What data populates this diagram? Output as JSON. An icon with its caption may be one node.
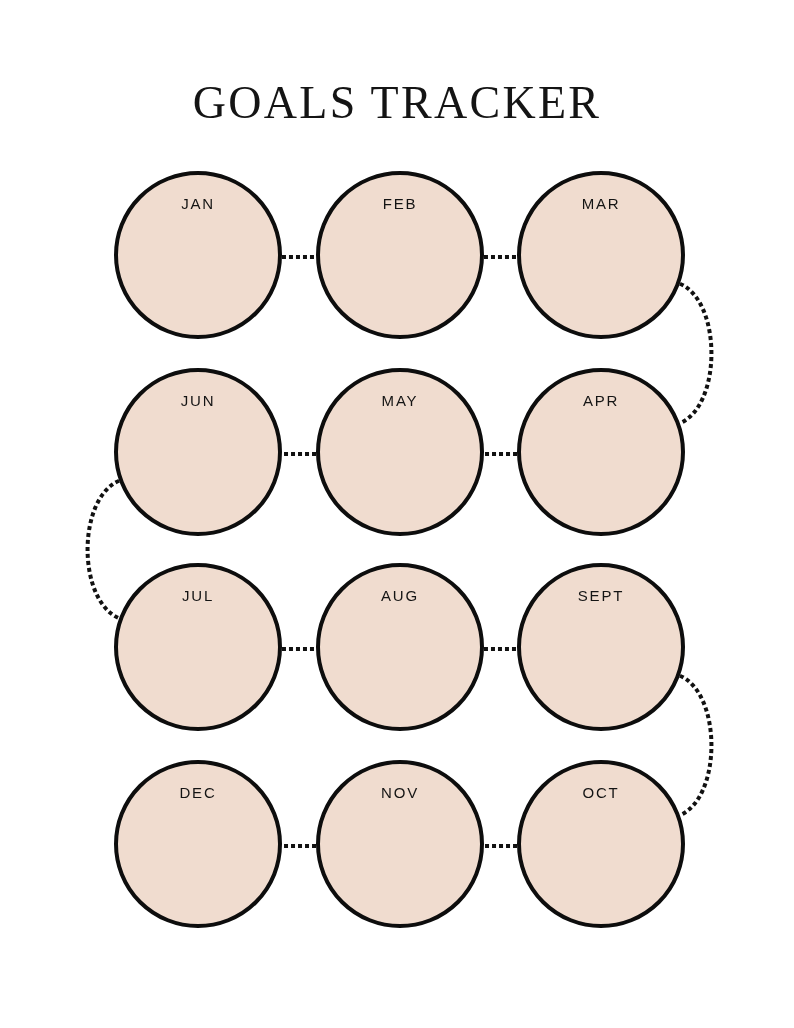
{
  "diagram": {
    "title": "GOALS TRACKER",
    "nodes": [
      {
        "text": [
          "JAN"
        ]
      },
      {
        "text": [
          "FEB"
        ]
      },
      {
        "text": [
          "MAR"
        ]
      },
      {
        "text": [
          "JUN"
        ]
      },
      {
        "text": [
          "MAY"
        ]
      },
      {
        "text": [
          "APR"
        ]
      },
      {
        "text": [
          "JUL"
        ]
      },
      {
        "text": [
          "AUG"
        ]
      },
      {
        "text": [
          "SEPT"
        ]
      },
      {
        "text": [
          "DEC"
        ]
      },
      {
        "text": [
          "NOV"
        ]
      },
      {
        "text": [
          "OCT"
        ]
      }
    ],
    "edges": [
      {
        "from": 0,
        "to": 1,
        "arrow": "none"
      },
      {
        "from": 1,
        "to": 2,
        "arrow": "none"
      },
      {
        "from": 2,
        "to": 5,
        "arrow": "none"
      },
      {
        "from": 5,
        "to": 4,
        "arrow": "none"
      },
      {
        "from": 4,
        "to": 3,
        "arrow": "none"
      },
      {
        "from": 3,
        "to": 6,
        "arrow": "none"
      },
      {
        "from": 6,
        "to": 7,
        "arrow": "none"
      },
      {
        "from": 7,
        "to": 8,
        "arrow": "none"
      },
      {
        "from": 8,
        "to": 11,
        "arrow": "none"
      },
      {
        "from": 11,
        "to": 10,
        "arrow": "none"
      },
      {
        "from": 10,
        "to": 9,
        "arrow": "none"
      }
    ]
  }
}
